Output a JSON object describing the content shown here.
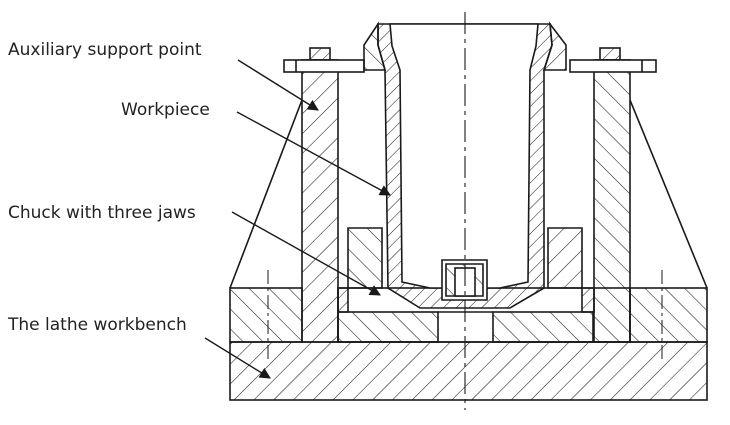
{
  "labels": {
    "auxiliary_support_point": "Auxiliary support point",
    "workpiece": "Workpiece",
    "chuck": "Chuck with three jaws",
    "lathe_workbench": "The lathe workbench"
  },
  "colors": {
    "line": "#1a1a1a",
    "background": "#ffffff"
  }
}
